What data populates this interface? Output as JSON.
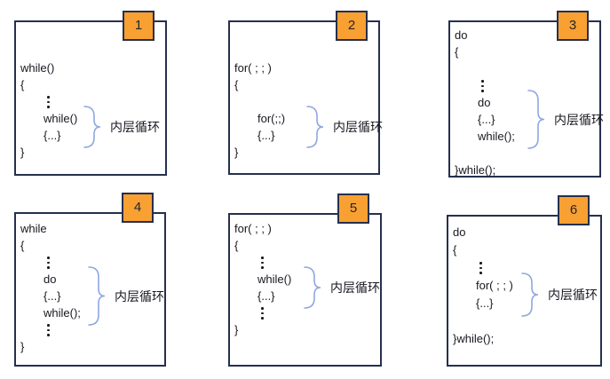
{
  "colors": {
    "box_border": "#25304E",
    "tab_fill": "#F9A032",
    "tab_border": "#25304E",
    "code_text": "#17171F",
    "brace": "#8FA7DF",
    "label_text": "#17171F",
    "background": "#FFFFFF"
  },
  "boxes": [
    {
      "number": "1",
      "label": "内层循环",
      "brace": {
        "from": 3,
        "to": 4
      },
      "lines": [
        {
          "type": "code",
          "text": "while()",
          "indent": 0
        },
        {
          "type": "code",
          "text": "{",
          "indent": 0
        },
        {
          "type": "dots"
        },
        {
          "type": "code",
          "text": "while()",
          "indent": 1
        },
        {
          "type": "code",
          "text": "{...}",
          "indent": 1
        },
        {
          "type": "code",
          "text": "}",
          "indent": 0
        }
      ]
    },
    {
      "number": "2",
      "label": "内层循环",
      "brace": {
        "from": 3,
        "to": 4
      },
      "lines": [
        {
          "type": "code",
          "text": "for( ; ; )",
          "indent": 0
        },
        {
          "type": "code",
          "text": "{",
          "indent": 0
        },
        {
          "type": "blank"
        },
        {
          "type": "code",
          "text": "for(;;)",
          "indent": 1
        },
        {
          "type": "code",
          "text": "{...}",
          "indent": 1
        },
        {
          "type": "code",
          "text": "}",
          "indent": 0
        }
      ]
    },
    {
      "number": "3",
      "label": "内层循环",
      "brace": {
        "from": 4,
        "to": 6
      },
      "lines": [
        {
          "type": "code",
          "text": "do",
          "indent": 0
        },
        {
          "type": "code",
          "text": "{",
          "indent": 0
        },
        {
          "type": "blank"
        },
        {
          "type": "dots"
        },
        {
          "type": "code",
          "text": "do",
          "indent": 1
        },
        {
          "type": "code",
          "text": "{...}",
          "indent": 1
        },
        {
          "type": "code",
          "text": "while();",
          "indent": 1
        },
        {
          "type": "blank"
        },
        {
          "type": "code",
          "text": "}while();",
          "indent": 0
        }
      ]
    },
    {
      "number": "4",
      "label": "内层循环",
      "brace": {
        "from": 3,
        "to": 5
      },
      "lines": [
        {
          "type": "code",
          "text": "while",
          "indent": 0
        },
        {
          "type": "code",
          "text": "{",
          "indent": 0
        },
        {
          "type": "dots"
        },
        {
          "type": "code",
          "text": "do",
          "indent": 1
        },
        {
          "type": "code",
          "text": "{...}",
          "indent": 1
        },
        {
          "type": "code",
          "text": "while();",
          "indent": 1
        },
        {
          "type": "dots"
        },
        {
          "type": "code",
          "text": "}",
          "indent": 0
        }
      ]
    },
    {
      "number": "5",
      "label": "内层循环",
      "brace": {
        "from": 3,
        "to": 4
      },
      "lines": [
        {
          "type": "code",
          "text": "for( ; ; )",
          "indent": 0
        },
        {
          "type": "code",
          "text": "{",
          "indent": 0
        },
        {
          "type": "dots"
        },
        {
          "type": "code",
          "text": "while()",
          "indent": 1
        },
        {
          "type": "code",
          "text": "{...}",
          "indent": 1
        },
        {
          "type": "dots"
        },
        {
          "type": "code",
          "text": "}",
          "indent": 0
        }
      ]
    },
    {
      "number": "6",
      "label": "内层循环",
      "brace": {
        "from": 3,
        "to": 4
      },
      "lines": [
        {
          "type": "code",
          "text": "do",
          "indent": 0
        },
        {
          "type": "code",
          "text": "{",
          "indent": 0
        },
        {
          "type": "dots"
        },
        {
          "type": "code",
          "text": "for( ; ; )",
          "indent": 1
        },
        {
          "type": "code",
          "text": "{...}",
          "indent": 1
        },
        {
          "type": "blank"
        },
        {
          "type": "code",
          "text": "}while();",
          "indent": 0
        }
      ]
    }
  ]
}
